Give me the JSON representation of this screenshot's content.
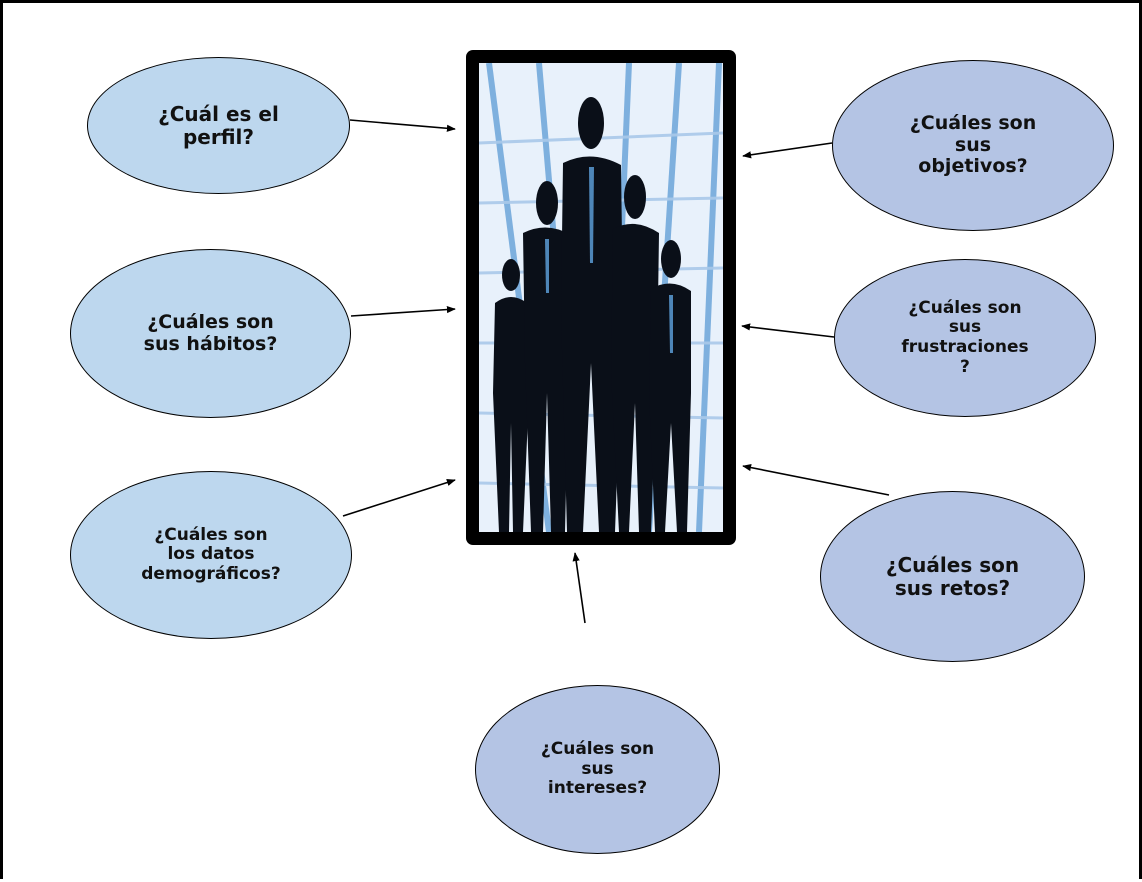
{
  "diagram": {
    "center_image": {
      "icon": "business-people-silhouette-icon",
      "color_sky": "#e8f1fb",
      "color_accent": "#5b9bd5"
    },
    "bubbles": [
      {
        "id": "perfil",
        "text": "¿Cuál es el\nperfil?"
      },
      {
        "id": "objetivos",
        "text": "¿Cuáles son\nsus\nobjetivos?"
      },
      {
        "id": "habitos",
        "text": "¿Cuáles son\nsus hábitos?"
      },
      {
        "id": "frustraciones",
        "text": "¿Cuáles son\nsus\nfrustraciones\n?"
      },
      {
        "id": "demograficos",
        "text": "¿Cuáles son\nlos datos\ndemográficos?"
      },
      {
        "id": "retos",
        "text": "¿Cuáles son\nsus retos?"
      },
      {
        "id": "intereses",
        "text": "¿Cuáles son\nsus\nintereses?"
      }
    ]
  }
}
